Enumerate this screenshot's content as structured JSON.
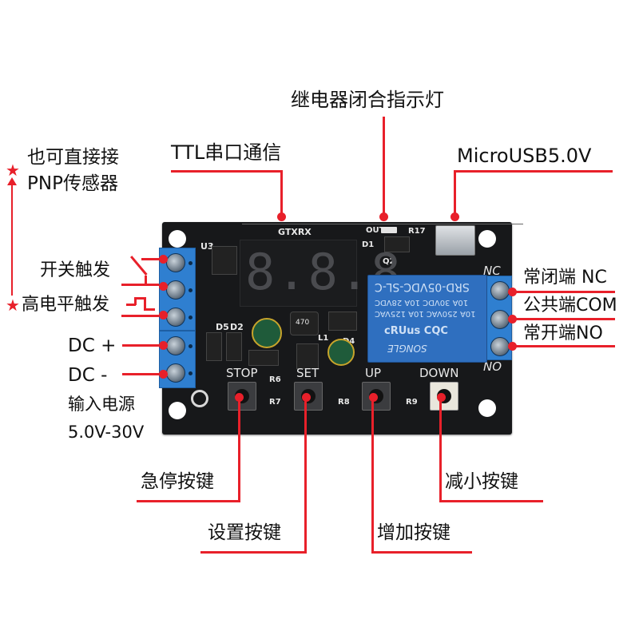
{
  "title_labels": {
    "relay_indicator": "继电器闭合指示灯",
    "ttl_serial": "TTL串口通信",
    "micro_usb": "MicroUSB5.0V"
  },
  "left_labels": {
    "pnp_note_line1": "也可直接接",
    "pnp_note_line2": "PNP传感器",
    "switch_trigger": "开关触发",
    "high_level_trigger": "高电平触发",
    "dc_plus": "DC +",
    "dc_minus": "DC -",
    "power_input": "输入电源",
    "voltage_range": "5.0V-30V"
  },
  "right_labels": {
    "nc": "常闭端 NC",
    "com": "公共端COM",
    "no": "常开端NO"
  },
  "bottom_labels": {
    "stop_key": "急停按键",
    "set_key": "设置按键",
    "up_key": "增加按键",
    "down_key": "减小按键"
  },
  "board": {
    "silkscreen": {
      "u3": "U3",
      "gtxrx": "GTXRX",
      "out": "OUT",
      "r17": "R17",
      "d1": "D1",
      "q2": "Q2",
      "d5": "D5",
      "d2": "D2",
      "l1": "L1",
      "d4": "D4",
      "r6": "R6",
      "r7": "R7",
      "r8": "R8",
      "r9": "R9",
      "nc": "NC",
      "no": "NO",
      "stop": "STOP",
      "set": "SET",
      "up": "UP",
      "down": "DOWN",
      "inductor": "470"
    },
    "display_value": "8.8.8.",
    "relay": {
      "model": "SRD-05VDC-SL-C",
      "line1": "10A 250VAC  10A 125VAC",
      "line2": "10A 30VDC  10A 28VDC",
      "brand": "SONGLE",
      "marks": "cRUus  CQC"
    }
  },
  "colors": {
    "accent_red": "#e8202a",
    "pcb_black": "#17181a",
    "terminal_blue": "#2f7fd0",
    "relay_blue": "#2f6fbf"
  },
  "icons": {
    "star": "★",
    "arrow_up": "▲"
  }
}
